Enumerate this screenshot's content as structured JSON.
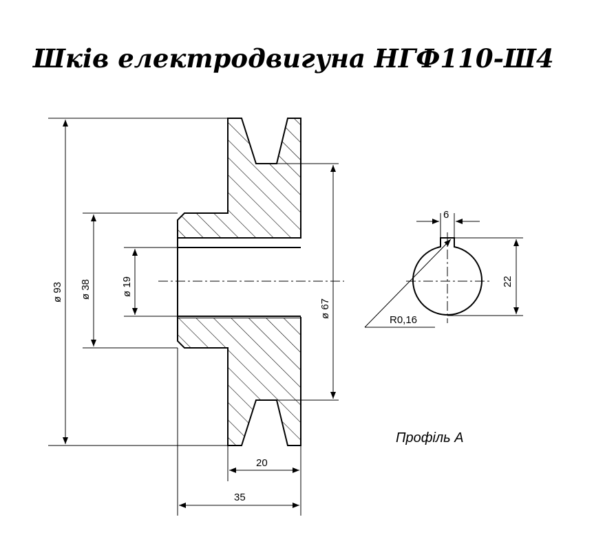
{
  "title": "Шків електродвигуна НГФ110-Ш4",
  "dimensions": {
    "outer_diameter": "ø 93",
    "hub_diameter": "ø 38",
    "bore_diameter": "ø 19",
    "groove_diameter": "ø 67",
    "rim_width": "20",
    "total_width": "35",
    "key_width": "6",
    "key_depth": "22",
    "radius": "R0,16"
  },
  "profile_label": "Профіль А",
  "colors": {
    "ink": "#000000",
    "paper": "#ffffff"
  }
}
